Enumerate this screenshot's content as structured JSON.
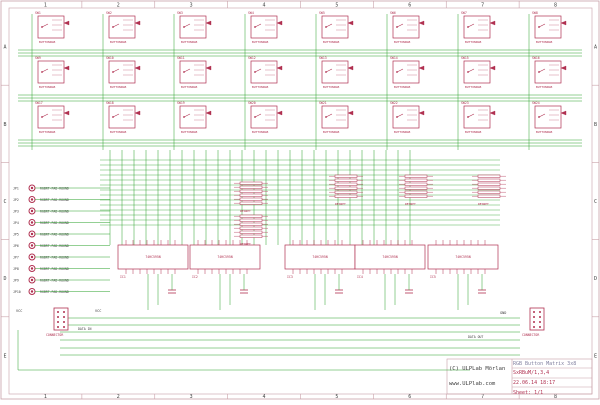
{
  "title_block": {
    "product": "RGB Button Matrix 3x8",
    "board": "SxRBuM/1,3,4",
    "date": "22.06.14 18:17",
    "sheet": "Sheet: 1/1",
    "copyright": "(C) ULPLab Mörlan",
    "website": "www.ULPlab.com"
  },
  "grid": {
    "columns": [
      "1",
      "2",
      "3",
      "4",
      "5",
      "6",
      "7",
      "8"
    ],
    "rows": [
      "A",
      "B",
      "C",
      "D",
      "E"
    ]
  },
  "colors": {
    "frame": "#c8a0a8",
    "part": "#b03050",
    "wire": "#28a028",
    "text": "#404040"
  },
  "button_matrix": {
    "part_prefix": "SW",
    "part_value": "BUTTONRGB",
    "rows": 3,
    "cols": 8
  },
  "connectors": {
    "left_pin_prefix": "JP",
    "left_pin_value": "RGBRT-PAD-ROUND",
    "left_pin_count": 10,
    "header_left": "CONNECTOR",
    "header_right": "CONNECTOR"
  },
  "shift_registers": {
    "label": "74HC595N",
    "count": 5
  },
  "resistor_arrays": {
    "label": "RESNET",
    "count": 5
  },
  "labels": {
    "gnd": "GND",
    "vcc": "VCC",
    "data_in": "DATA IN",
    "data_out": "DATA OUT"
  }
}
